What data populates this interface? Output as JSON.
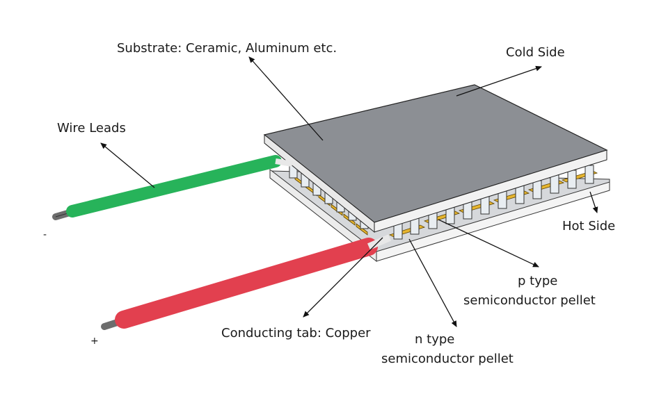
{
  "labels": {
    "substrate": "Substrate: Ceramic, Aluminum etc.",
    "cold_side": "Cold Side",
    "wire_leads": "Wire Leads",
    "hot_side": "Hot Side",
    "p_type_line1": "p type",
    "p_type_line2": "semiconductor pellet",
    "n_type_line1": "n type",
    "n_type_line2": "semiconductor pellet",
    "conducting_tab": "Conducting tab: Copper",
    "minus": "-",
    "plus": "+"
  },
  "colors": {
    "top_plate": "#8c8f94",
    "plate_edge": "#f2f2f2",
    "pellet": "#e8edf1",
    "copper_tab": "#e6b52f",
    "wire_green": "#27b35a",
    "wire_red": "#e2404f",
    "wire_core": "#6d6d6d"
  },
  "icons": {
    "arrowhead": "arrowhead-icon"
  }
}
